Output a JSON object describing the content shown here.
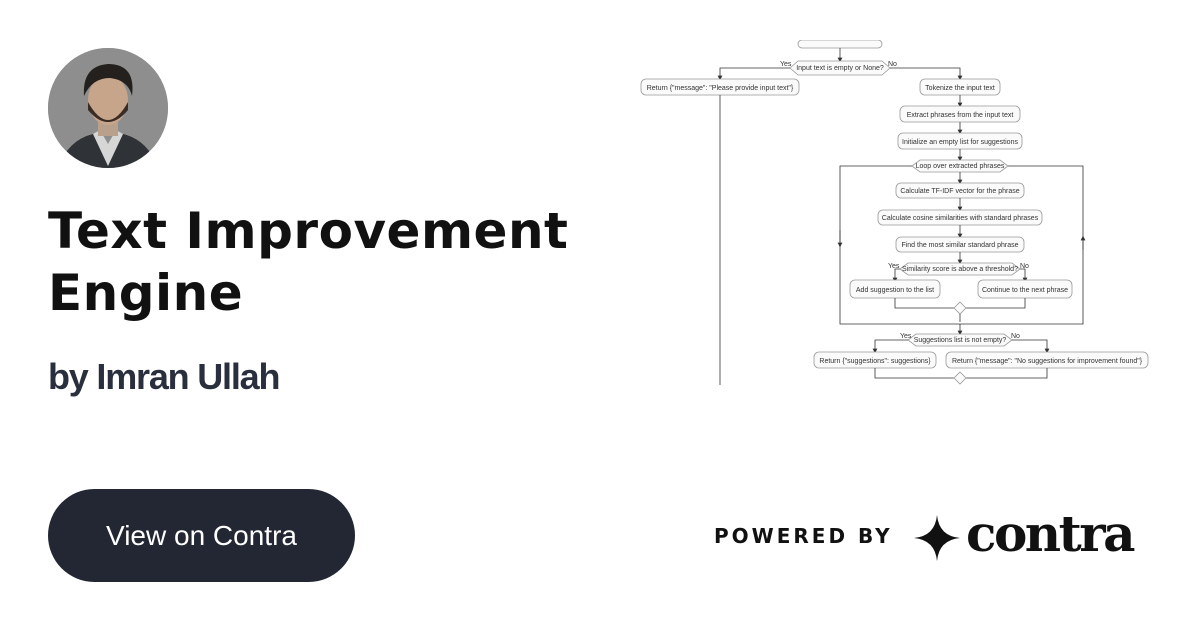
{
  "profile": {
    "title": "Text Improvement Engine",
    "byline": "by Imran Ullah"
  },
  "cta": {
    "label": "View on Contra"
  },
  "footer": {
    "powered_by": "POWERED BY",
    "brand": "contra"
  },
  "flowchart": {
    "decision_input": "Input text is empty or None?",
    "yes": "Yes",
    "no": "No",
    "return_empty": "Return {\"message\": \"Please provide input text\"}",
    "tokenize": "Tokenize the input text",
    "extract": "Extract phrases from the input text",
    "init": "Initialize an empty list for suggestions",
    "loop": "Loop over extracted phrases",
    "tfidf": "Calculate TF-IDF vector for the phrase",
    "cosine": "Calculate cosine similarities with standard phrases",
    "similar": "Find the most similar standard phrase",
    "threshold": "Similarity score is above a threshold?",
    "add": "Add suggestion to the list",
    "continue": "Continue to the next phrase",
    "not_empty": "Suggestions list is not empty?",
    "ret_sugg": "Return {\"suggestions\": suggestions}",
    "ret_none": "Return {\"message\": \"No suggestions for improvement found\"}"
  }
}
